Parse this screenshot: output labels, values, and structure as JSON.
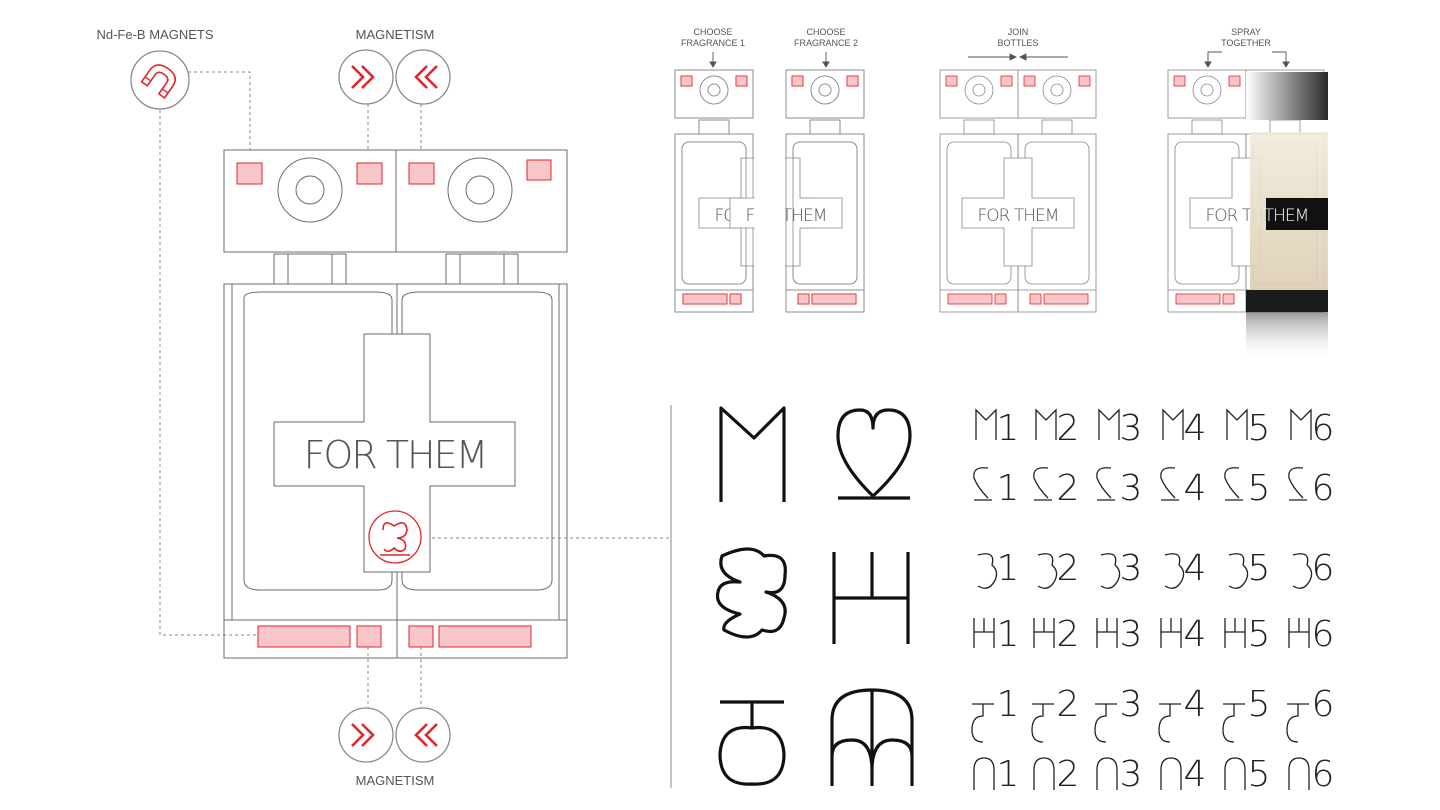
{
  "callouts": {
    "magnets": "Nd-Fe-B MAGNETS",
    "magnetism_top": "MAGNETISM",
    "magnetism_bottom": "MAGNETISM"
  },
  "bottle": {
    "label": "FOR THEM"
  },
  "steps": [
    {
      "line1": "CHOOSE",
      "line2": "FRAGRANCE 1"
    },
    {
      "line1": "CHOOSE",
      "line2": "FRAGRANCE 2"
    },
    {
      "line1": "JOIN",
      "line2": "BOTTLES"
    },
    {
      "line1": "SPRAY",
      "line2": "TOGETHER"
    }
  ],
  "glyph_grid": {
    "rows": [
      [
        "1",
        "2",
        "3",
        "4",
        "5",
        "6"
      ],
      [
        "1",
        "2",
        "3",
        "4",
        "5",
        "6"
      ],
      [
        "1",
        "2",
        "3",
        "4",
        "5",
        "6"
      ],
      [
        "1",
        "2",
        "3",
        "4",
        "5",
        "6"
      ],
      [
        "1",
        "2",
        "3",
        "4",
        "5",
        "6"
      ],
      [
        "1",
        "2",
        "3",
        "4",
        "5",
        "6"
      ]
    ]
  },
  "colors": {
    "accent": "#e3262b",
    "accent_fill": "#f6c6c8",
    "line": "#6d6d6d",
    "text": "#555555"
  },
  "icons": {
    "magnet": "magnet-icon",
    "attract_right": "chevrons-right-icon",
    "attract_left": "chevrons-left-icon"
  }
}
